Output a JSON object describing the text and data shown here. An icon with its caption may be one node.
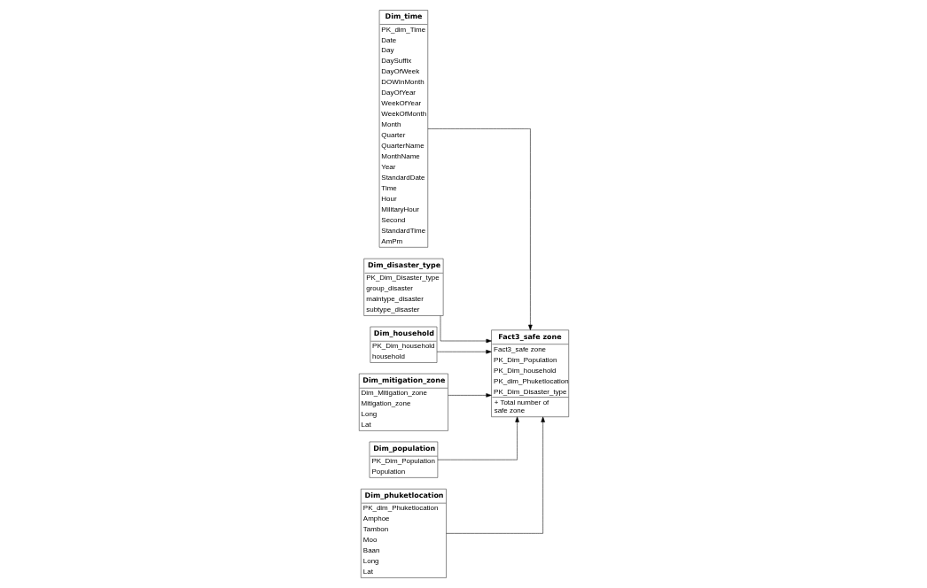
{
  "diagram": {
    "nodes": [
      {
        "text": [
          "Dim_time",
          "PK_dim_Time",
          "Date",
          "Day",
          "DaySuffix",
          "DayOfWeek",
          "DOWInMonth",
          "DayOfYear",
          "WeekOfYear",
          "WeekOfMonth",
          "Month",
          "Quarter",
          "QuarterName",
          "MonthName",
          "Year",
          "StandardDate",
          "Time",
          "Hour",
          "MilitaryHour",
          "Second",
          "StandardTime",
          "AmPm"
        ]
      },
      {
        "text": [
          "Dim_disaster_type",
          "PK_Dim_Disaster_type",
          "group_disaster",
          "maintype_disaster",
          "subtype_disaster"
        ]
      },
      {
        "text": [
          "Fact3_safe zone",
          "Fact3_safe zone",
          "PK_Dim_Population",
          "PK_Dim_household",
          "PK_dim_Phuketlocation",
          "PK_Dim_Disaster_type",
          "+ Total number of safe zone"
        ]
      },
      {
        "text": [
          "Dim_household",
          "PK_Dim_household",
          "household"
        ]
      },
      {
        "text": [
          "Dim_mitigation_zone",
          "Dim_Mitigation_zone",
          "Mitigation_zone",
          "Long",
          "Lat"
        ]
      },
      {
        "text": [
          "Dim_population",
          "PK_Dim_Population",
          "Population"
        ]
      },
      {
        "text": [
          "Dim_phuketlocation",
          "PK_dim_Phuketlocation",
          "Amphoe",
          "Tambon",
          "Moo",
          "Baan",
          "Long",
          "Lat"
        ]
      }
    ],
    "edges": [
      {
        "from": 1,
        "to": 2,
        "arrow": "to"
      },
      {
        "from": 0,
        "to": 2,
        "arrow": "to"
      },
      {
        "from": 4,
        "to": 2,
        "arrow": "to"
      },
      {
        "from": 3,
        "to": 2,
        "arrow": "to"
      },
      {
        "from": 6,
        "to": 2,
        "arrow": "to"
      },
      {
        "from": 5,
        "to": 2,
        "arrow": "to"
      }
    ]
  }
}
